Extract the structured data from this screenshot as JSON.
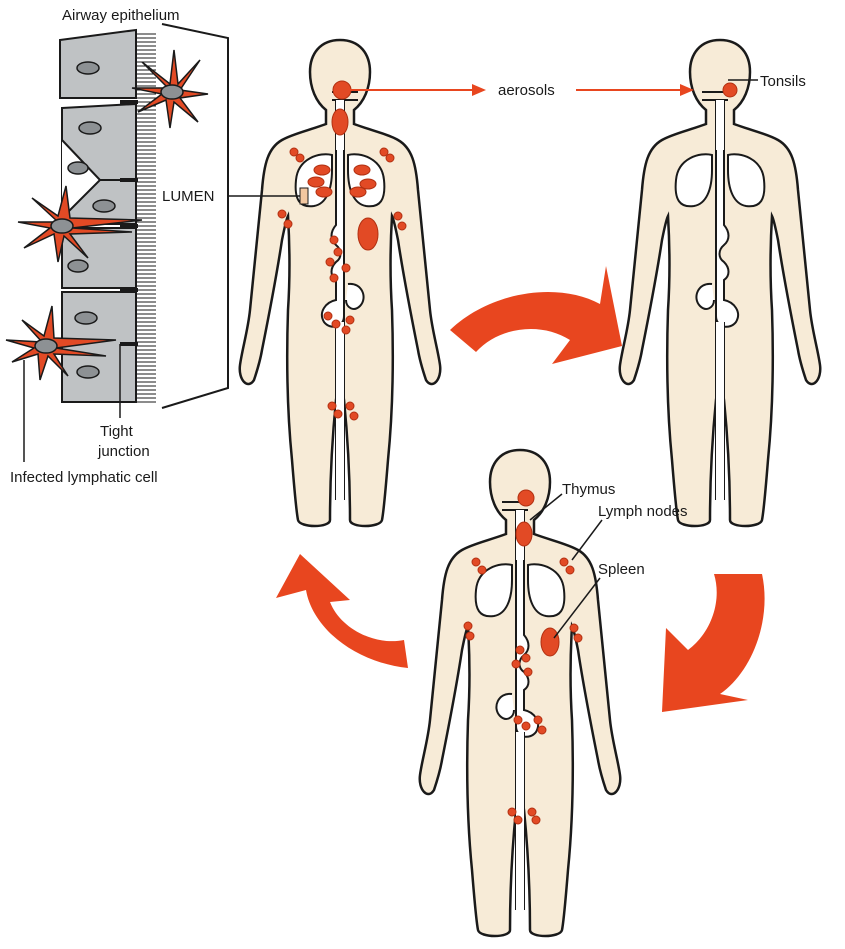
{
  "labels": {
    "airway_epithelium": "Airway epithelium",
    "lumen": "LUMEN",
    "tight_junction_line1": "Tight",
    "tight_junction_line2": "junction",
    "infected_cell": "Infected lymphatic cell",
    "aerosols": "aerosols",
    "tonsils": "Tonsils",
    "thymus": "Thymus",
    "lymph_nodes": "Lymph nodes",
    "spleen": "Spleen"
  },
  "colors": {
    "body_fill": "#f7ebd7",
    "outline": "#1a1a1a",
    "infection": "#e24a25",
    "infection_dark": "#b23112",
    "cell_fill": "#bfc2c4",
    "nucleus": "#8d9194",
    "arrow": "#e8461f"
  },
  "icons": [
    "human-figure",
    "curved-arrow",
    "dendritic-cell"
  ]
}
